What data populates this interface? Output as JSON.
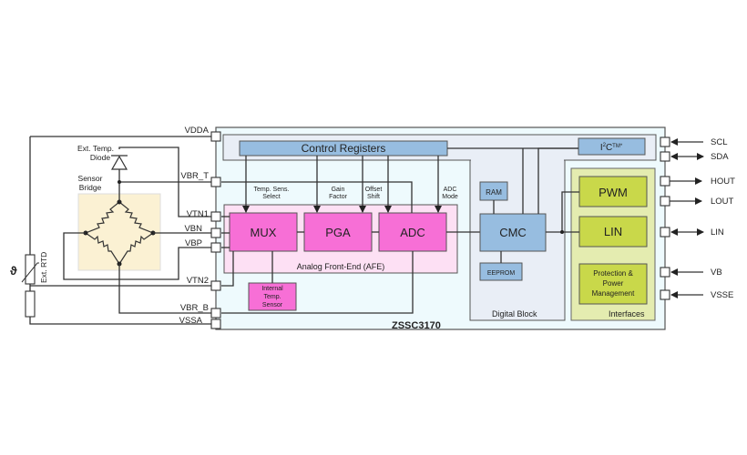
{
  "chip": {
    "name": "ZSSC3170",
    "colors": {
      "chip_fill": "#eefafd",
      "digital_fill": "#e9eef6",
      "afe_fill": "#fde0f4",
      "afe_block": "#f76fd6",
      "digital_block": "#97bde0",
      "interfaces_fill": "#e4ecb0",
      "interface_block": "#c9d84a",
      "bridge_fill": "#fbf1d3"
    }
  },
  "external": {
    "diode_label_line1": "Ext. Temp.",
    "diode_label_line2": "Diode",
    "bridge_label_line1": "Sensor",
    "bridge_label_line2": "Bridge",
    "rtd_label": "Ext. RTD",
    "theta_symbol": "ϑ"
  },
  "left_pins": [
    "VDDA",
    "VBR_T",
    "VTN1",
    "VBN",
    "VBP",
    "VTN2",
    "VBR_B",
    "VSSA"
  ],
  "control_registers": {
    "label": "Control Registers",
    "signals": [
      {
        "line1": "Temp. Sens.",
        "line2": "Select"
      },
      {
        "line1": "Gain",
        "line2": "Factor"
      },
      {
        "line1": "Offset",
        "line2": "Shift"
      },
      {
        "line1": "ADC",
        "line2": "Mode"
      }
    ]
  },
  "afe": {
    "label": "Analog Front-End (AFE)",
    "blocks": [
      "MUX",
      "PGA",
      "ADC"
    ],
    "temp_sensor": {
      "line1": "Internal",
      "line2": "Temp.",
      "line3": "Sensor"
    }
  },
  "digital": {
    "label": "Digital Block",
    "cmc": "CMC",
    "ram": "RAM",
    "eeprom": "EEPROM",
    "i2c_main": "I",
    "i2c_sup": "2",
    "i2c_rest": "C",
    "i2c_tm": "TM*"
  },
  "interfaces": {
    "label": "Interfaces",
    "pwm": "PWM",
    "lin": "LIN",
    "protection_line1": "Protection &",
    "protection_line2": "Power",
    "protection_line3": "Management"
  },
  "right_pins": [
    {
      "name": "SCL",
      "direction": "in"
    },
    {
      "name": "SDA",
      "direction": "bidirectional"
    },
    {
      "name": "HOUT",
      "direction": "out"
    },
    {
      "name": "LOUT",
      "direction": "out"
    },
    {
      "name": "LIN",
      "direction": "bidirectional"
    },
    {
      "name": "VB",
      "direction": "in"
    },
    {
      "name": "VSSE",
      "direction": "in"
    }
  ]
}
